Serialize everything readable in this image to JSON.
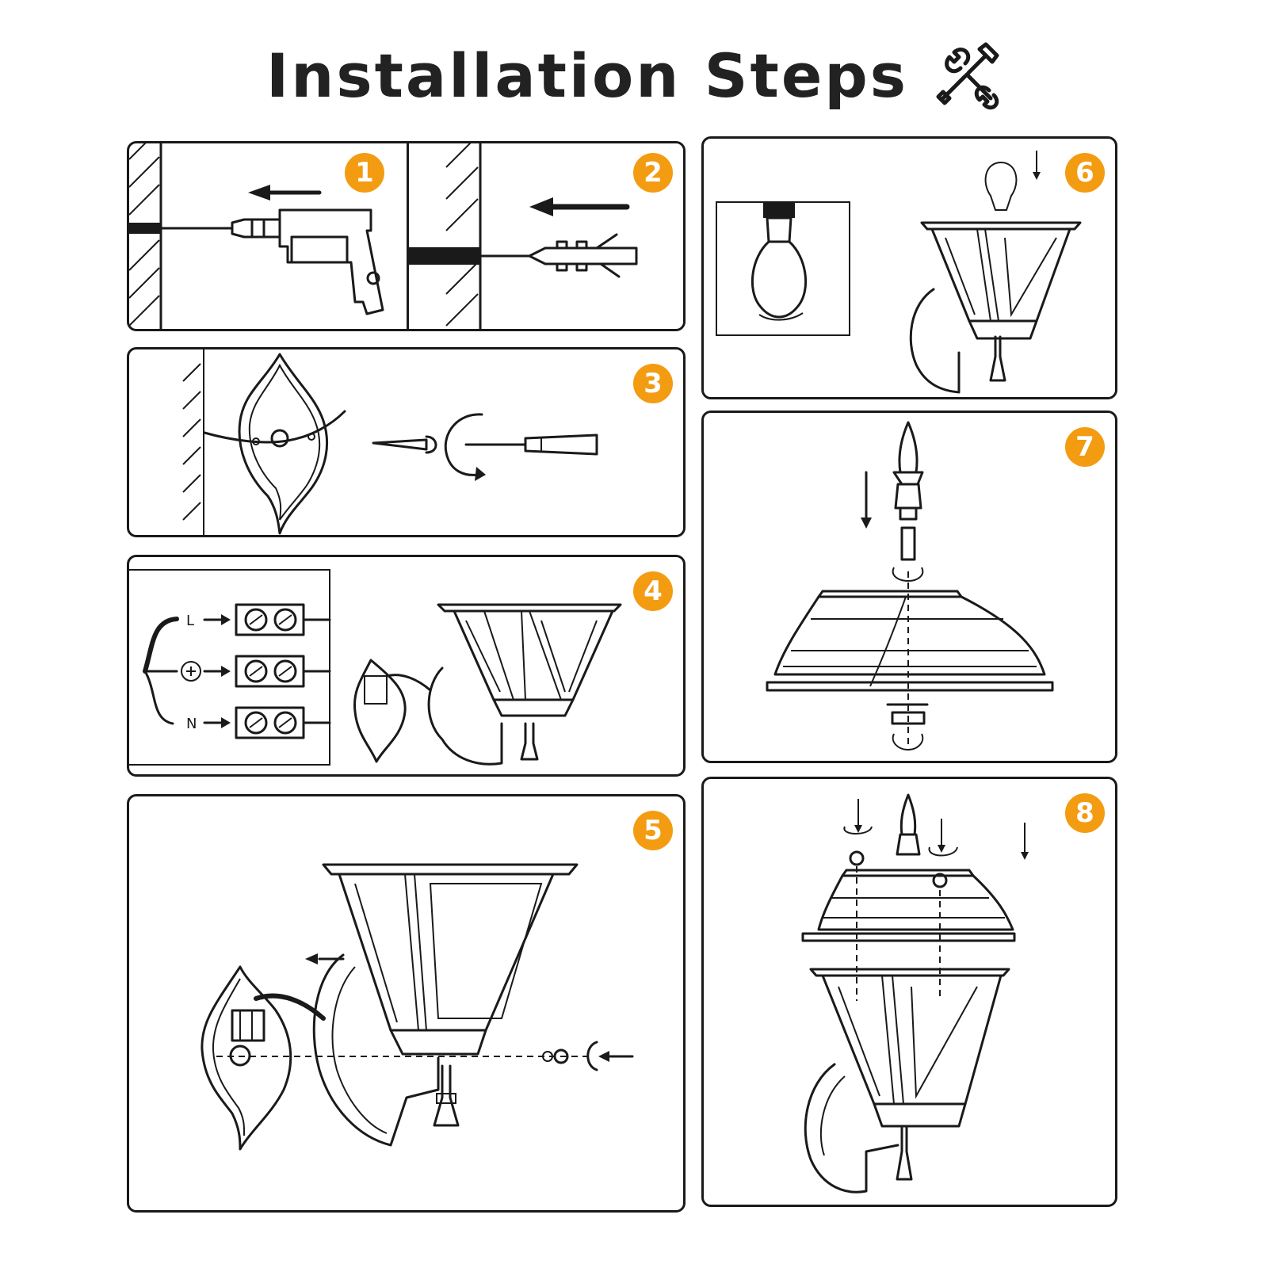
{
  "title": "Installation Steps",
  "title_icon": "tools-icon",
  "accent_color": "#f39c12",
  "steps": [
    {
      "number": "1",
      "icon": "drill-icon"
    },
    {
      "number": "2",
      "icon": "wall-anchor-icon"
    },
    {
      "number": "3",
      "icon": "screwdriver-icon"
    },
    {
      "number": "4",
      "icon": "wiring-icon"
    },
    {
      "number": "5",
      "icon": "mount-lantern-icon"
    },
    {
      "number": "6",
      "icon": "light-bulb-icon"
    },
    {
      "number": "7",
      "icon": "roof-cap-icon"
    },
    {
      "number": "8",
      "icon": "assembled-lantern-icon"
    }
  ],
  "wiring_labels": [
    "L",
    "N"
  ]
}
